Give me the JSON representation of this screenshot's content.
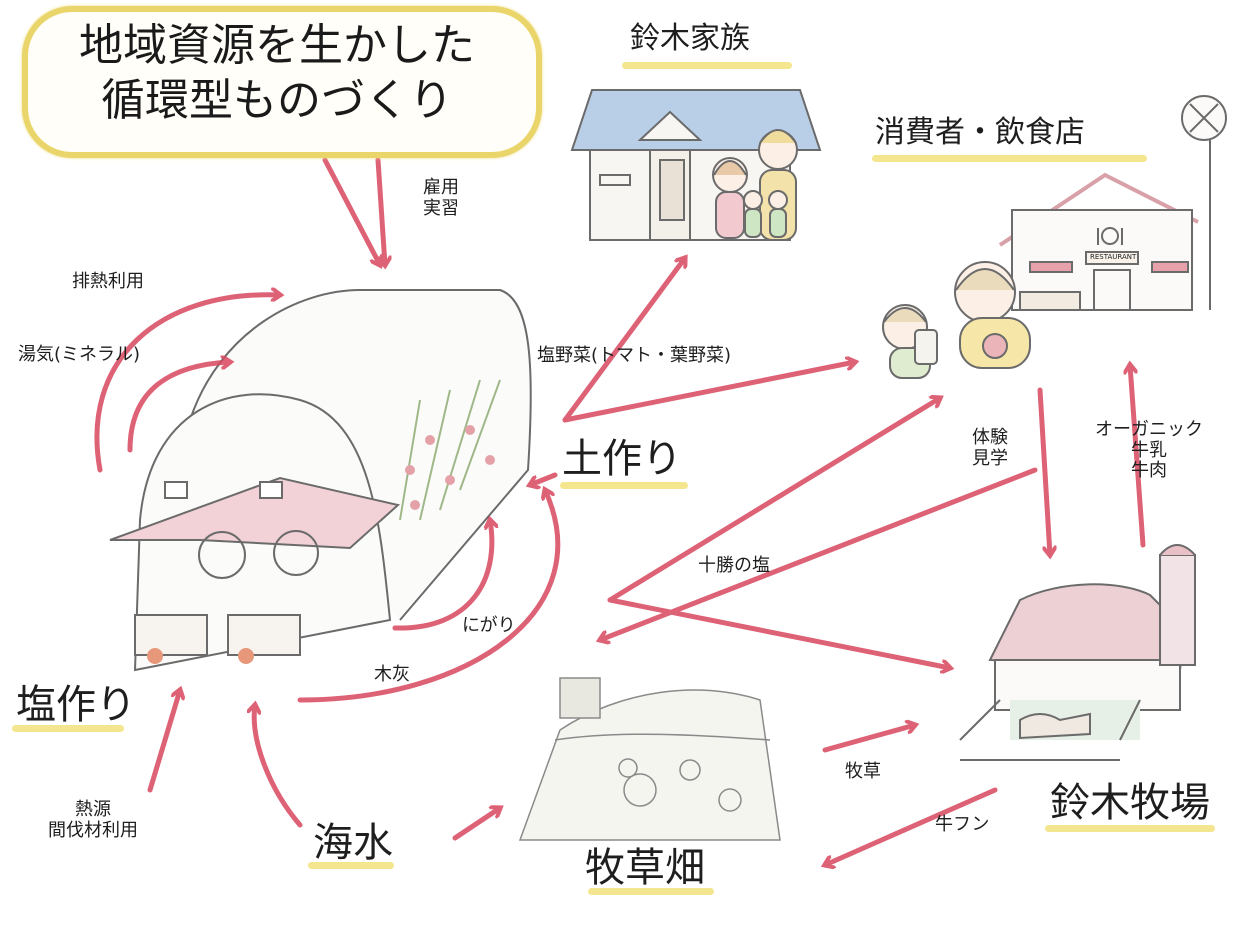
{
  "title": {
    "line1": "地域資源を生かした",
    "line2": "循環型ものづくり"
  },
  "nodes": {
    "suzuki_family": "鈴木家族",
    "consumers": "消費者・飲食店",
    "soil": "土作り",
    "salt": "塩作り",
    "seawater": "海水",
    "pasture_field": "牧草畑",
    "suzuki_farm": "鈴木牧場"
  },
  "arrow_labels": {
    "employment": [
      "雇用",
      "実習"
    ],
    "waste_heat": "排熱利用",
    "steam": "湯気(ミネラル)",
    "salt_vegetables": "塩野菜(トマト・葉野菜)",
    "experience": [
      "体験",
      "見学"
    ],
    "organic": [
      "オーガニック",
      "牛乳",
      "牛肉"
    ],
    "tokachi_salt": "十勝の塩",
    "nigari": "にがり",
    "wood_ash": "木灰",
    "heat_source": [
      "熱源",
      "間伐材利用"
    ],
    "grass": "牧草",
    "manure": "牛フン"
  },
  "restaurant_sign": "RESTAURANT",
  "colors": {
    "arrow": "#d9475f",
    "highlight": "#f2e27a",
    "title_border": "#ead56a",
    "roof_blue": "#9ab8dc",
    "roof_pink": "#e8b4bc",
    "line": "#6b6b6b"
  }
}
